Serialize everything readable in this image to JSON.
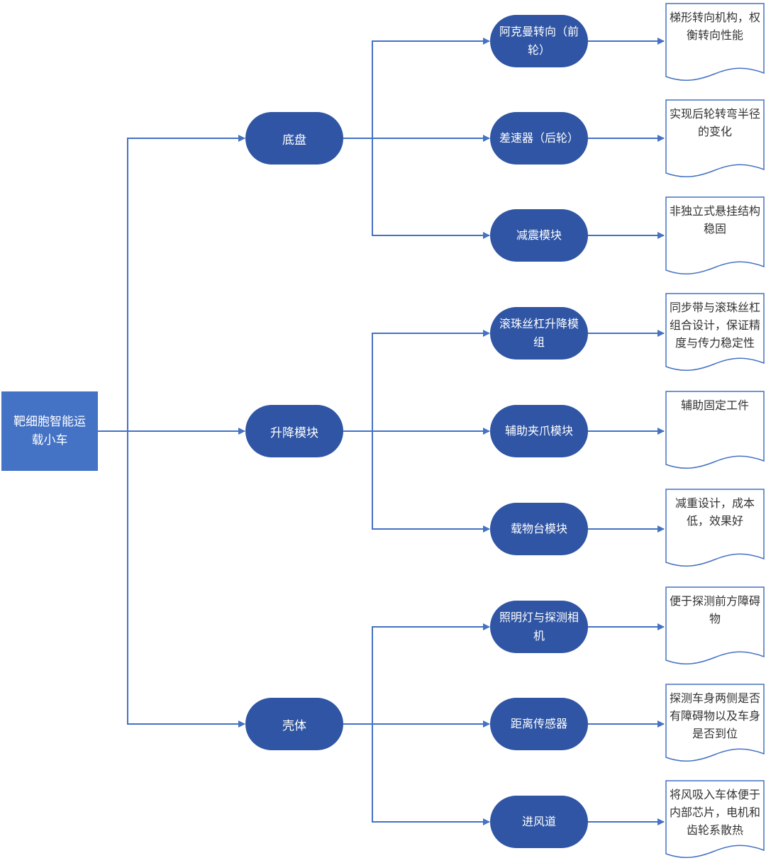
{
  "root": {
    "label": "靶细胞智能运载小车"
  },
  "categories": [
    {
      "label": "底盘",
      "children": [
        {
          "label": "阿克曼转向（前轮）",
          "note": "梯形转向机构，权衡转向性能"
        },
        {
          "label": "差速器（后轮）",
          "note": "实现后轮转弯半径的变化"
        },
        {
          "label": "减震模块",
          "note": "非独立式悬挂结构稳固"
        }
      ]
    },
    {
      "label": "升降模块",
      "children": [
        {
          "label": "滚珠丝杠升降模组",
          "note": "同步带与滚珠丝杠组合设计，保证精度与传力稳定性"
        },
        {
          "label": "辅助夹爪模块",
          "note": "辅助固定工件"
        },
        {
          "label": "载物台模块",
          "note": "减重设计，成本低，效果好"
        }
      ]
    },
    {
      "label": "壳体",
      "children": [
        {
          "label": "照明灯与探测相机",
          "note": "便于探测前方障碍物"
        },
        {
          "label": "距离传感器",
          "note": "探测车身两侧是否有障碍物以及车身是否到位"
        },
        {
          "label": "进风道",
          "note": "将风吸入车体便于内部芯片，电机和齿轮系散热"
        }
      ]
    }
  ],
  "colors": {
    "root_fill": "#4472C4",
    "node_fill": "#2F55A4",
    "connector": "#4472C4",
    "doc_border": "#4472C4",
    "node_text": "#FFFFFF",
    "doc_text": "#333333"
  }
}
